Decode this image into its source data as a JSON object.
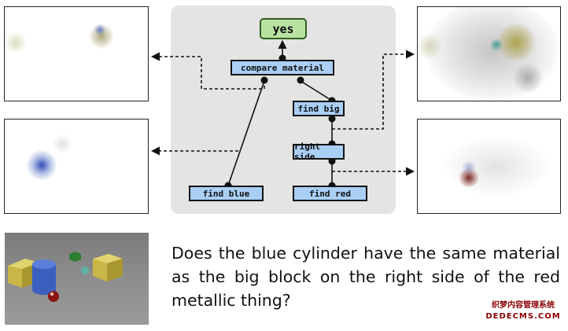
{
  "program": {
    "answer": "yes",
    "modules": {
      "compare_material": "compare material",
      "find_big": "find big",
      "right_side": "right side",
      "find_blue": "find blue",
      "find_red": "find red"
    }
  },
  "question": "Does the blue cylinder have the same material as the big block on the right side of the red metallic thing?",
  "watermark": {
    "line1": "织梦内容管理系统",
    "line2": "DEDECMS.COM"
  },
  "colors": {
    "module_fill": "#a9cff5",
    "answer_fill": "#b9e2a1",
    "answer_border": "#2f5e1f",
    "panel_background": "#e4e4e4"
  }
}
